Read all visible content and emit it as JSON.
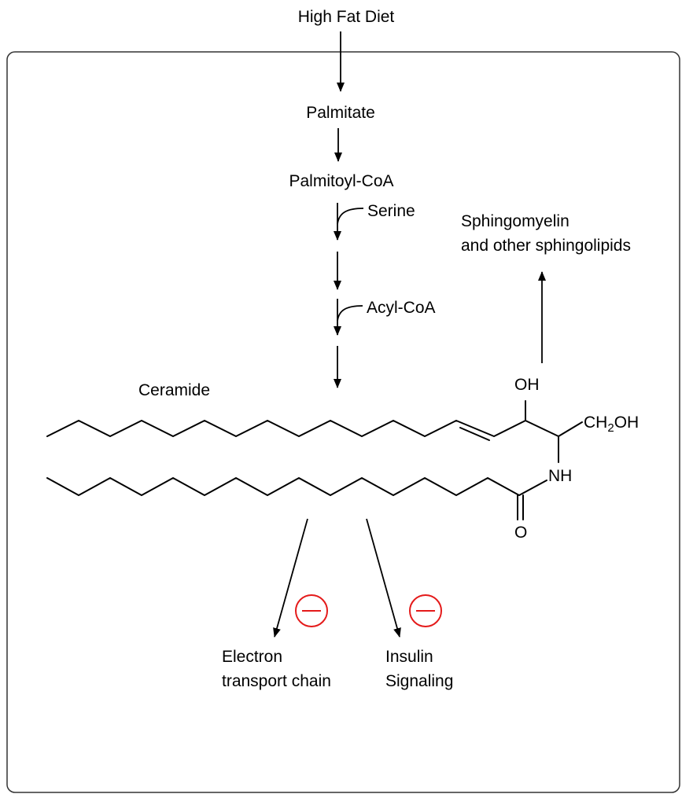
{
  "pathway": {
    "input_label": "High Fat Diet",
    "steps": [
      "Palmitate",
      "Palmitoyl-CoA"
    ],
    "cosubstrates": [
      "Serine",
      "Acyl-CoA"
    ]
  },
  "molecule": {
    "name": "Ceramide",
    "atoms": {
      "hydroxyl": "OH",
      "hydroxymethyl_prefix": "CH",
      "hydroxymethyl_subscript": "2",
      "hydroxymethyl_suffix": "OH",
      "amide_nh": "NH",
      "carbonyl_o": "O"
    }
  },
  "products": {
    "sphingolipids_line1": "Sphingomyelin",
    "sphingolipids_line2": "and other sphingolipids"
  },
  "effects": [
    {
      "line1": "Electron",
      "line2": "transport chain",
      "effect": "inhibition"
    },
    {
      "line1": "Insulin",
      "line2": "Signaling",
      "effect": "inhibition"
    }
  ],
  "colors": {
    "inhibition": "#e41a1a",
    "lines": "#000000",
    "frame": "#333333"
  }
}
